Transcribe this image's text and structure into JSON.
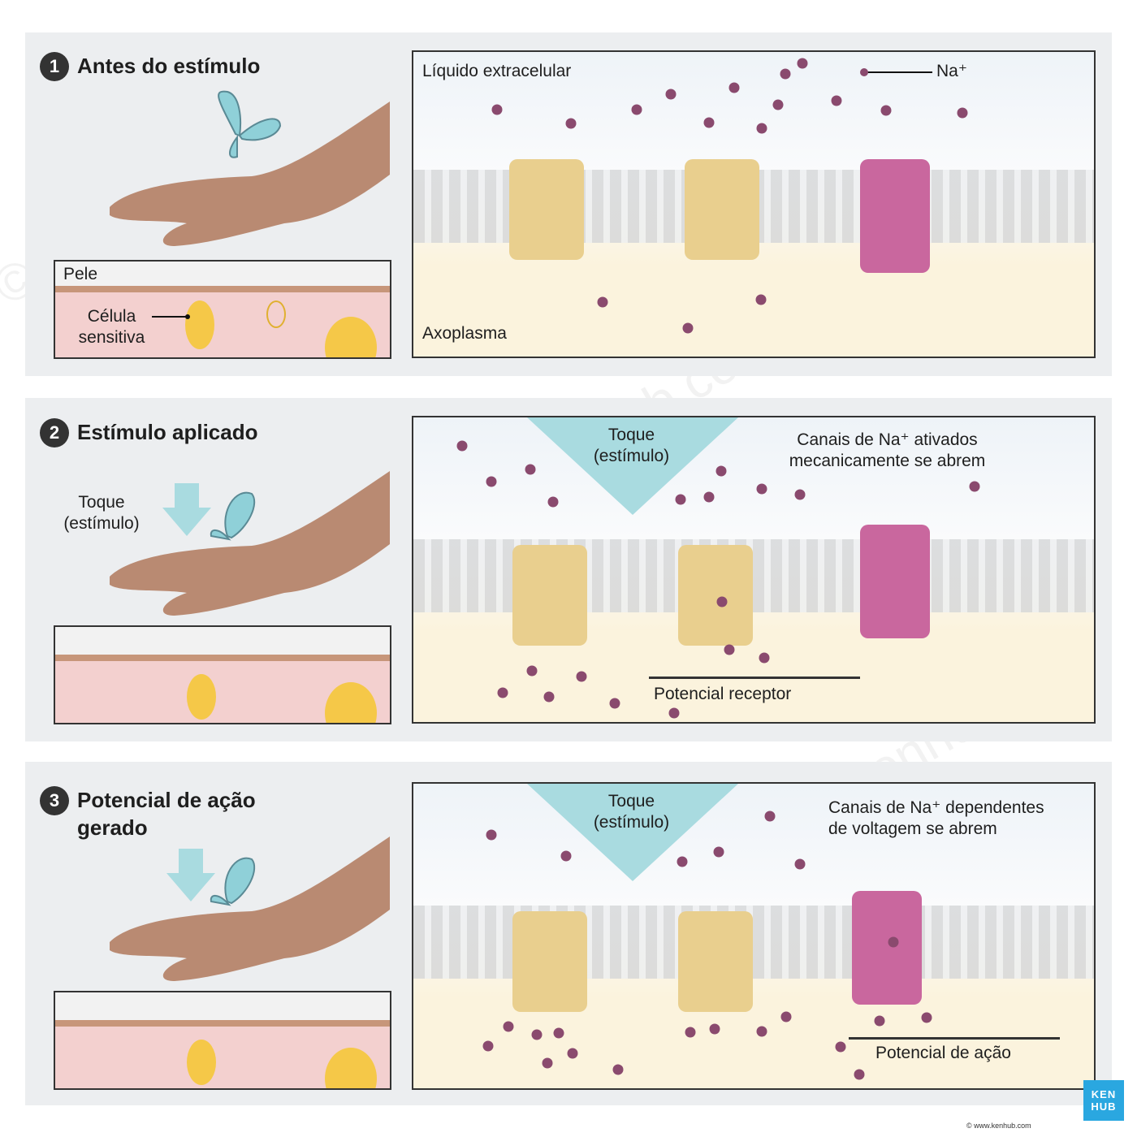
{
  "panel1": {
    "number": "1",
    "title": "Antes do estímulo",
    "skin_label": "Pele",
    "cell_label": "Célula\nsensitiva",
    "extracellular_label": "Líquido extracelular",
    "ion_label": "Na⁺",
    "axoplasm_label": "Axoplasma"
  },
  "panel2": {
    "number": "2",
    "title": "Estímulo aplicado",
    "hand_stimulus_label": "Toque\n(estímulo)",
    "membrane_stimulus_label": "Toque\n(estímulo)",
    "channels_label": "Canais de Na⁺ ativados\nmecanicamente se abrem",
    "potential_label": "Potencial receptor"
  },
  "panel3": {
    "number": "3",
    "title": "Potencial de ação\ngerado",
    "membrane_stimulus_label": "Toque\n(estímulo)",
    "channels_label": "Canais de Na⁺ dependentes\nde voltagem se abrem",
    "potential_label": "Potencial de ação"
  },
  "brand": {
    "logo_text": "KEN\nHUB",
    "copyright": "© www.kenhub.com",
    "watermark": "© www.kenhub.com"
  },
  "colors": {
    "panel_bg": "#eceef0",
    "ion": "#8a4a6e",
    "mechano_channel": "#e9cf8e",
    "voltage_channel": "#c9679e",
    "arrow": "#a9dbe0",
    "skin": "#f3d0cf",
    "cytoplasm": "#fbf3dd",
    "extracellular": "#eef3f8"
  }
}
